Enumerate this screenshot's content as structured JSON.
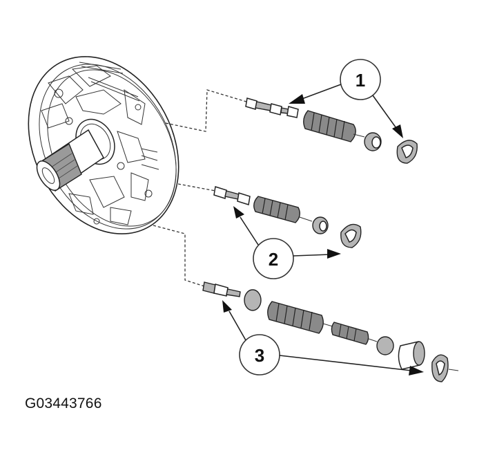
{
  "figure": {
    "title": "Pump body valve assemblies exploded view",
    "figure_id": "G03443766"
  },
  "callouts": [
    {
      "number": "1",
      "label": "1",
      "points_to": [
        "valve bore 1 spool",
        "valve bore 1 retaining clip"
      ]
    },
    {
      "number": "2",
      "label": "2",
      "points_to": [
        "valve bore 2 spool",
        "valve bore 2 retaining clip"
      ]
    },
    {
      "number": "3",
      "label": "3",
      "points_to": [
        "valve bore 3 spool",
        "valve bore 3 retaining clip"
      ]
    }
  ],
  "components": {
    "main": "pump body with stator shaft",
    "assemblies": [
      {
        "id": "1",
        "parts": [
          "valve",
          "spring",
          "plug",
          "retaining clip"
        ]
      },
      {
        "id": "2",
        "parts": [
          "valve",
          "spring",
          "plug",
          "retaining clip"
        ]
      },
      {
        "id": "3",
        "parts": [
          "valve",
          "spring",
          "inner spring",
          "plug",
          "sleeve",
          "retaining clip"
        ]
      }
    ]
  },
  "colors": {
    "line": "#222222",
    "background": "#ffffff",
    "shade": "#8a8a8a"
  }
}
